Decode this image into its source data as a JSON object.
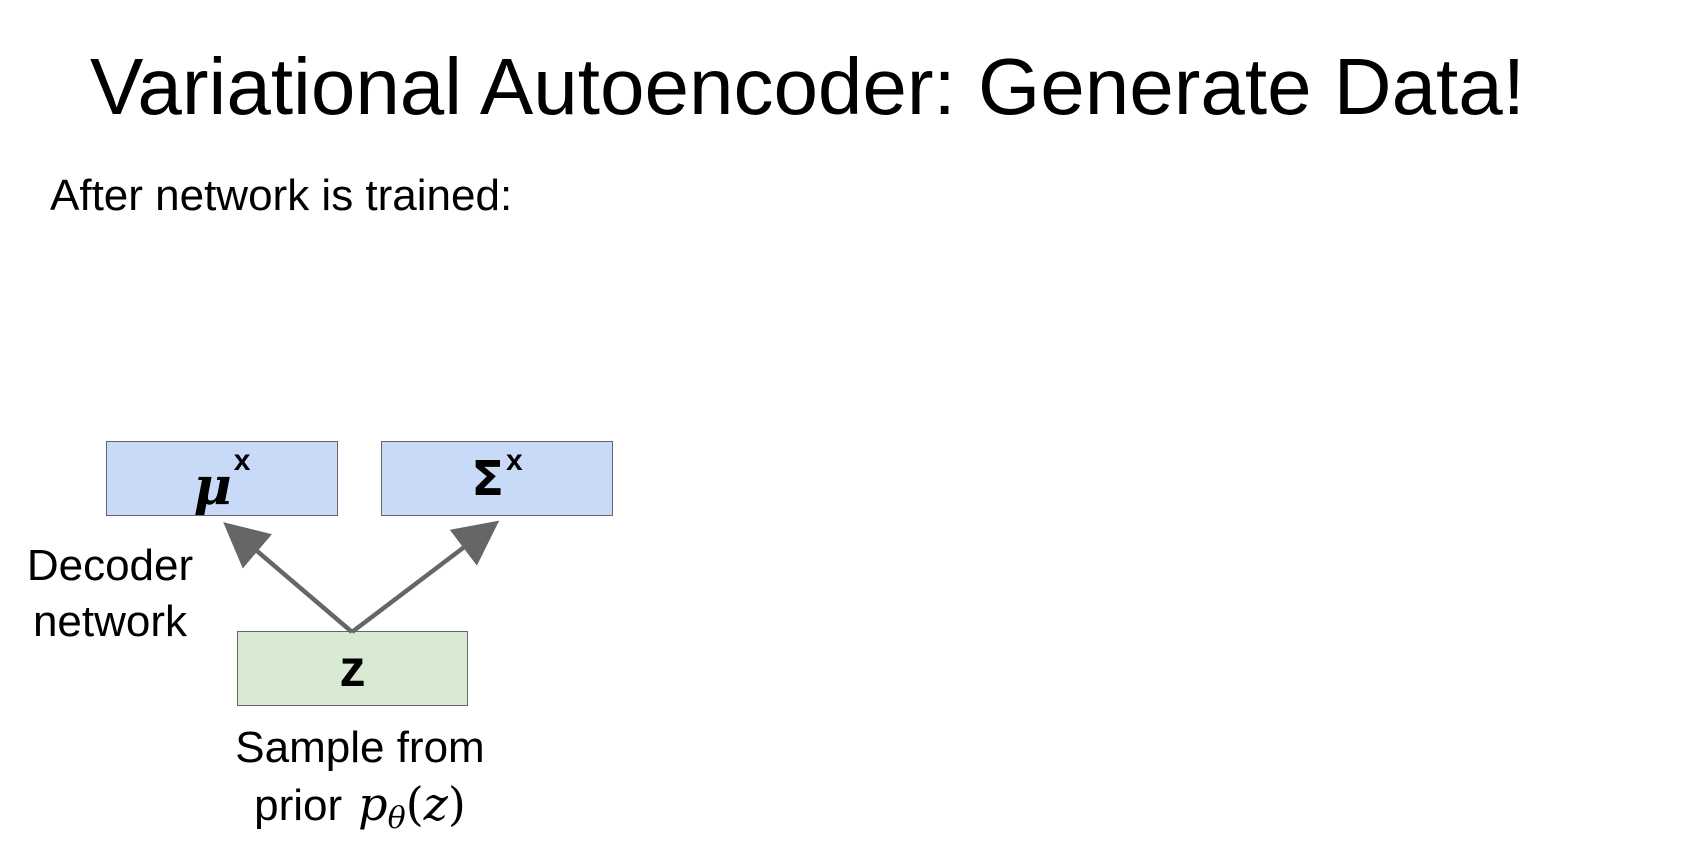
{
  "title": "Variational Autoencoder: Generate Data!",
  "subtitle": "After network is trained:",
  "diagram": {
    "mu_box": {
      "symbol": "μ",
      "superscript": "x"
    },
    "sigma_box": {
      "symbol": "Σ",
      "superscript": "x"
    },
    "z_box": {
      "label": "z"
    },
    "decoder_label": {
      "line1": "Decoder",
      "line2": "network"
    },
    "sample_label": {
      "line1": "Sample from",
      "line2": "prior",
      "math_p": "p",
      "math_sub": "θ",
      "math_open": "(",
      "math_var": "z",
      "math_close": ")"
    },
    "colors": {
      "blue_box": "#c9daf8",
      "green_box": "#d9ead3",
      "arrow": "#666666"
    }
  }
}
